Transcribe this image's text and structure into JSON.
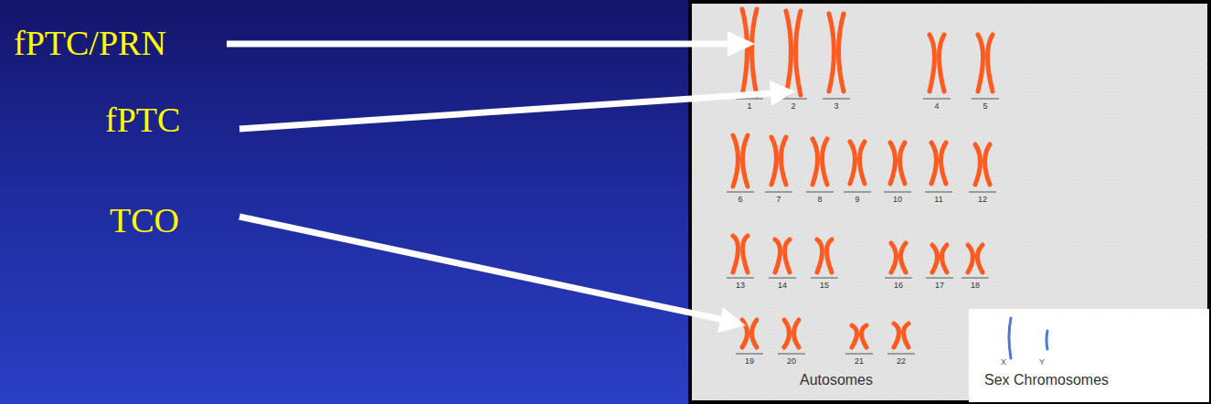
{
  "diagram": {
    "labels": [
      "fPTC/PRN",
      "fPTC",
      "TCO",
      "1",
      "2",
      "3",
      "4",
      "5",
      "6",
      "7",
      "8",
      "9",
      "10",
      "11",
      "12",
      "13",
      "14",
      "15",
      "16",
      "17",
      "18",
      "19",
      "20",
      "21",
      "22",
      "Autosomes",
      "X",
      "Y",
      "Sex Chromosomes"
    ]
  }
}
